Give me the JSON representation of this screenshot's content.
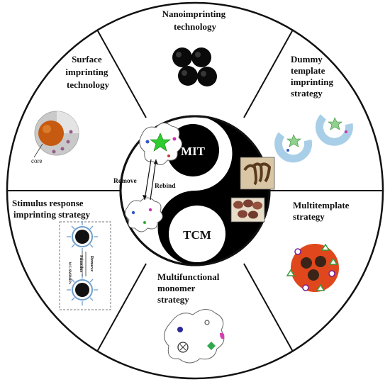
{
  "center": {
    "top_label": "MIT",
    "bottom_label": "TCM",
    "remove_label": "Remove",
    "rebind_label": "Rebind"
  },
  "segments": [
    {
      "key": "nano",
      "lines": [
        "Nanoimprinting",
        "technology"
      ]
    },
    {
      "key": "dummy",
      "lines": [
        "Dummy",
        "template",
        "imprinting",
        "strategy"
      ]
    },
    {
      "key": "multitemplate",
      "lines": [
        "Multitemplate",
        "strategy"
      ]
    },
    {
      "key": "multifunctional",
      "lines": [
        "Multifunctional",
        "monomer",
        "strategy"
      ]
    },
    {
      "key": "stimulus",
      "lines": [
        "Stimulus response",
        "imprinting strategy"
      ]
    },
    {
      "key": "surface",
      "lines": [
        "Surface",
        "imprinting",
        "technology"
      ]
    }
  ],
  "surface_core_label": "core",
  "stimulus_inset": {
    "top_tag": "WC-SMIMIPs",
    "arrow_left": "Stimulus",
    "arrow_right": "Remove"
  },
  "colors": {
    "outer_ring": "#111111",
    "yin": "#000000",
    "yang": "#ffffff",
    "dummy_ring": "#a9cfe8",
    "multitemplate_disc": "#e0471c",
    "surface_core": "#c65a10"
  }
}
